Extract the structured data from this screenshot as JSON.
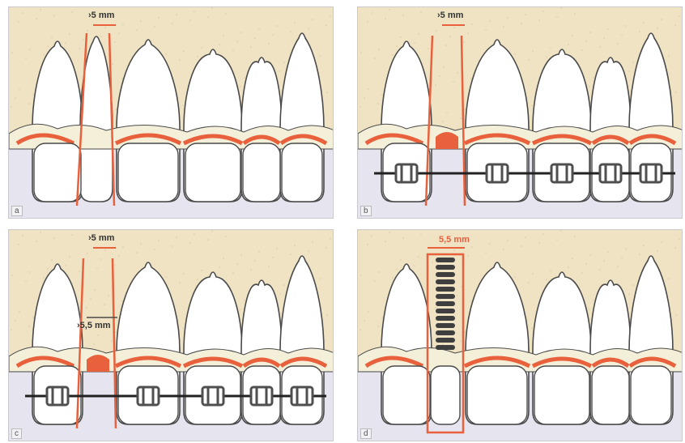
{
  "colors": {
    "bone": "#efe3c4",
    "gum_band": "#f3efd9",
    "mucosa": "#e6e4ef",
    "tooth": "#ffffff",
    "outline": "#4a4a4a",
    "gingiva_red": "#e8603c",
    "bracket": "#4f4f4f",
    "implant": "#3f3f3f"
  },
  "panels": [
    {
      "label": "a",
      "measure_top": "›5 mm",
      "measure_mid": "",
      "braces": false,
      "implant": false
    },
    {
      "label": "b",
      "measure_top": "›5 mm",
      "measure_mid": "",
      "braces": true,
      "implant": false
    },
    {
      "label": "c",
      "measure_top": "›5 mm",
      "measure_mid": "›5,5 mm",
      "braces": true,
      "implant": false
    },
    {
      "label": "d",
      "measure_top": "5,5 mm",
      "measure_mid": "",
      "braces": false,
      "implant": true
    }
  ]
}
